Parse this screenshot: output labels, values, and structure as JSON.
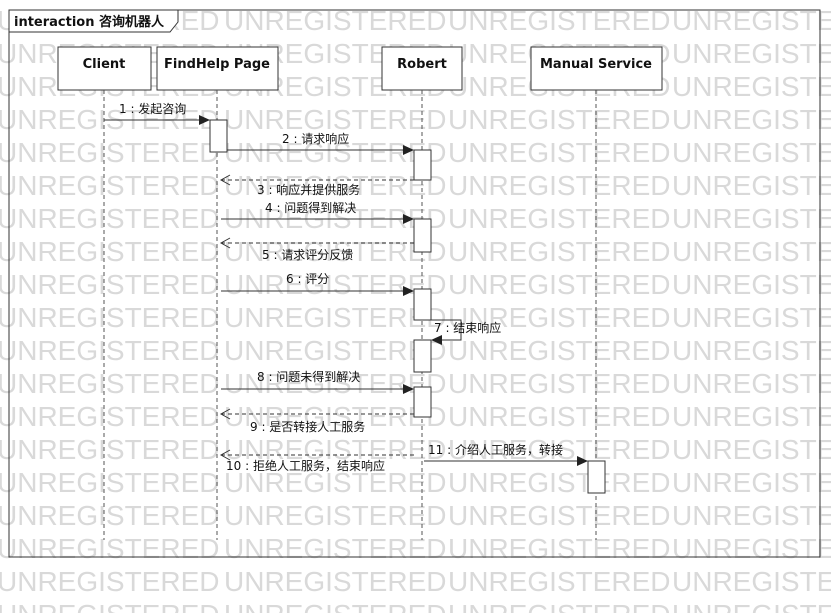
{
  "frame": {
    "title": "interaction 咨询机器人"
  },
  "watermark": {
    "text": "UNREGISTERED"
  },
  "lifelines": [
    {
      "name": "Client"
    },
    {
      "name": "FindHelp Page"
    },
    {
      "name": "Robert"
    },
    {
      "name": "Manual Service"
    }
  ],
  "messages": [
    {
      "label": "1 : 发起咨询"
    },
    {
      "label": "2 : 请求响应"
    },
    {
      "label": "3 : 响应并提供服务"
    },
    {
      "label": "4 : 问题得到解决"
    },
    {
      "label": "5 : 请求评分反馈"
    },
    {
      "label": "6 : 评分"
    },
    {
      "label": "7 : 结束响应"
    },
    {
      "label": "8 : 问题未得到解决"
    },
    {
      "label": "9 : 是否转接人工服务"
    },
    {
      "label": "10 : 拒绝人工服务，结束响应"
    },
    {
      "label": "11 : 介绍人工服务，转接"
    }
  ],
  "colors": {
    "line": "#333333",
    "activation_fill": "#ffffff",
    "watermark": "#d9d9d9",
    "text": "#111111"
  }
}
